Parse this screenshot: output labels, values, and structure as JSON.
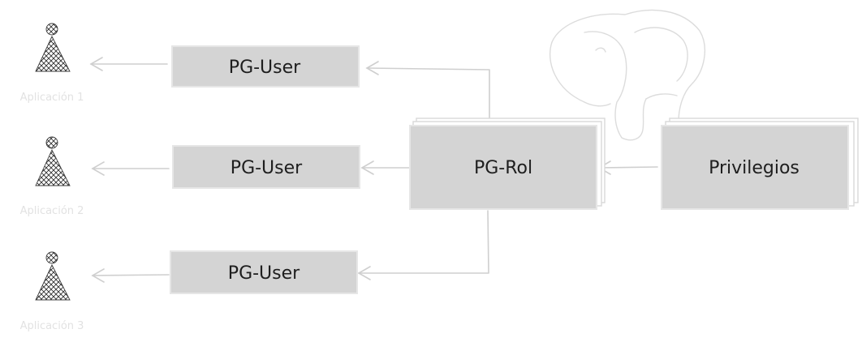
{
  "diagram": {
    "role": {
      "label": "PG-Rol"
    },
    "privileges": {
      "label": "Privilegios"
    },
    "users": [
      {
        "label": "PG-User"
      },
      {
        "label": "PG-User"
      },
      {
        "label": "PG-User"
      }
    ],
    "applications": [
      {
        "label": "Aplicación 1",
        "icon": "person-icon"
      },
      {
        "label": "Aplicación 2",
        "icon": "person-icon"
      },
      {
        "label": "Aplicación 3",
        "icon": "person-icon"
      }
    ],
    "background_icon": "postgresql-elephant-icon",
    "colors": {
      "box_fill": "#d4d4d4",
      "edge": "#cfcfcf",
      "text": "#1e1e1e",
      "faint_text": "#e2e2e2"
    }
  }
}
